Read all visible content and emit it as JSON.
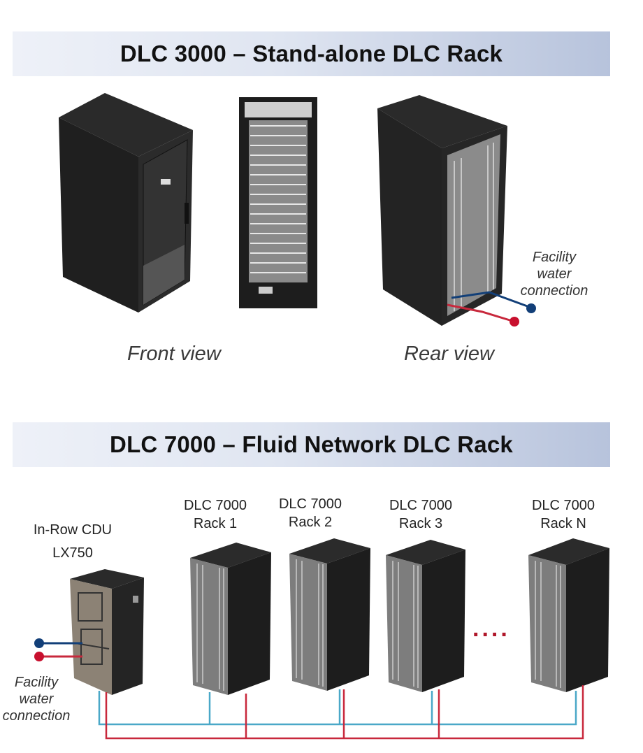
{
  "section1": {
    "title": "DLC 3000 – Stand-alone DLC Rack",
    "front_caption": "Front view",
    "rear_caption": "Rear view",
    "facility_label": [
      "Facility",
      "water",
      "connection"
    ]
  },
  "section2": {
    "title": "DLC 7000 – Fluid Network DLC Rack",
    "cdu_label": [
      "In-Row CDU",
      "LX750"
    ],
    "racks": [
      {
        "line1": "DLC 7000",
        "line2": "Rack 1"
      },
      {
        "line1": "DLC 7000",
        "line2": "Rack 2"
      },
      {
        "line1": "DLC 7000",
        "line2": "Rack 3"
      },
      {
        "line1": "DLC 7000",
        "line2": "Rack N"
      }
    ],
    "ellipsis": "....",
    "facility_label": [
      "Facility",
      "water",
      "connection"
    ]
  },
  "colors": {
    "supply_pipe": "#4aa8c8",
    "return_pipe": "#c8283c",
    "cold_dot": "#123f78",
    "hot_dot": "#c8102e"
  }
}
